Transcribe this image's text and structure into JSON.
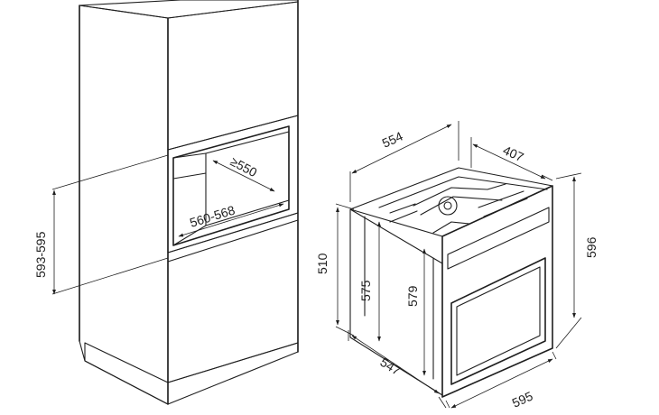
{
  "colors": {
    "background": "#ffffff",
    "cabinet_face": "#b5b5b5",
    "cabinet_side": "#a3a3a3",
    "cabinet_top": "#c2c2c2",
    "niche_back": "#c8c8c8",
    "oven_front": "#d2d2d2",
    "oven_body": "#ffffff",
    "line": "#1e1e1e"
  },
  "dimensions": {
    "niche_depth": "≥550",
    "niche_width": "560-568",
    "niche_height": "593-595",
    "oven_top_width": "554",
    "oven_top_depth": "407",
    "oven_height_right": "596",
    "oven_height_left": "510",
    "oven_inner_height_a": "575",
    "oven_inner_height_b": "579",
    "oven_depth": "547",
    "oven_width": "595"
  }
}
